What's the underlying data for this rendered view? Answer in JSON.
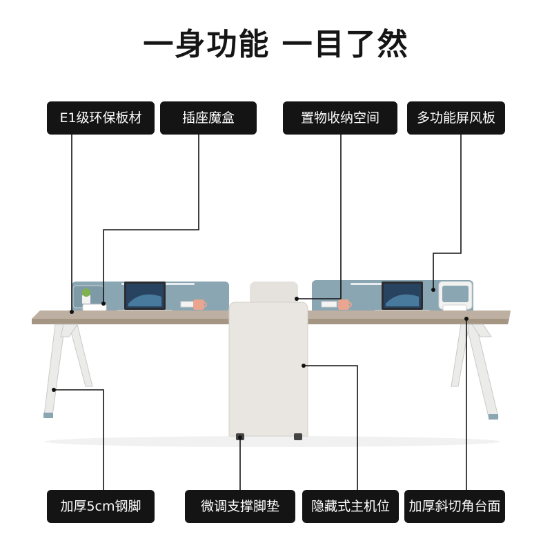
{
  "headline": "一身功能 一目了然",
  "top_labels": {
    "e1_board": "E1级环保板材",
    "socket_box": "插座魔盒",
    "storage_space": "置物收纳空间",
    "screen_panel": "多功能屏风板"
  },
  "bottom_labels": {
    "steel_legs": "加厚5cm钢脚",
    "foot_pads": "微调支撑脚垫",
    "host_position": "隐藏式主机位",
    "bevel_top": "加厚斜切角台面"
  },
  "colors": {
    "label_bg": "#141414",
    "label_text": "#ffffff",
    "desktop": "#bdb0a2",
    "screen": "#8aa6b2",
    "legs": "#ebebea",
    "cabinet": "#e9e6e1",
    "leader_line": "#111111"
  }
}
